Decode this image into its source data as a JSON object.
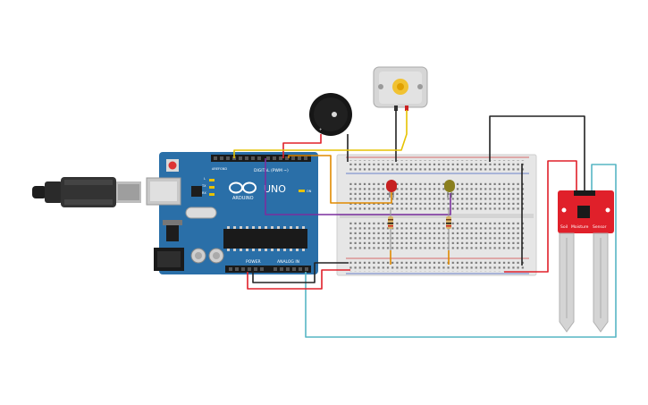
{
  "arduino": {
    "logo": "UNO",
    "brand": "ARDUINO",
    "digital_label": "DIGITAL (PWM ~)",
    "power_label": "POWER",
    "analog_label": "ANALOG IN",
    "aref": "AREF",
    "gnd": "GND",
    "on": "ON",
    "tx": "TX",
    "rx": "RX",
    "l": "L"
  },
  "sensor": {
    "label_soil": "Soil",
    "label_moisture": "Moisture",
    "label_sensor": "Sensor"
  },
  "components": {
    "buzzer": "buzzer",
    "motor": "dc-motor",
    "led_red": "led-red",
    "led_yellow": "led-yellow"
  },
  "colors": {
    "board": "#2a6fa8",
    "breadboard": "#e6e6e6",
    "sensor_pcb": "#e0202a",
    "wire_red": "#e0202a",
    "wire_black": "#222222",
    "wire_yellow": "#e6c200",
    "wire_orange": "#e08a00",
    "wire_purple": "#7b2f9e",
    "wire_teal": "#56b6c4"
  }
}
